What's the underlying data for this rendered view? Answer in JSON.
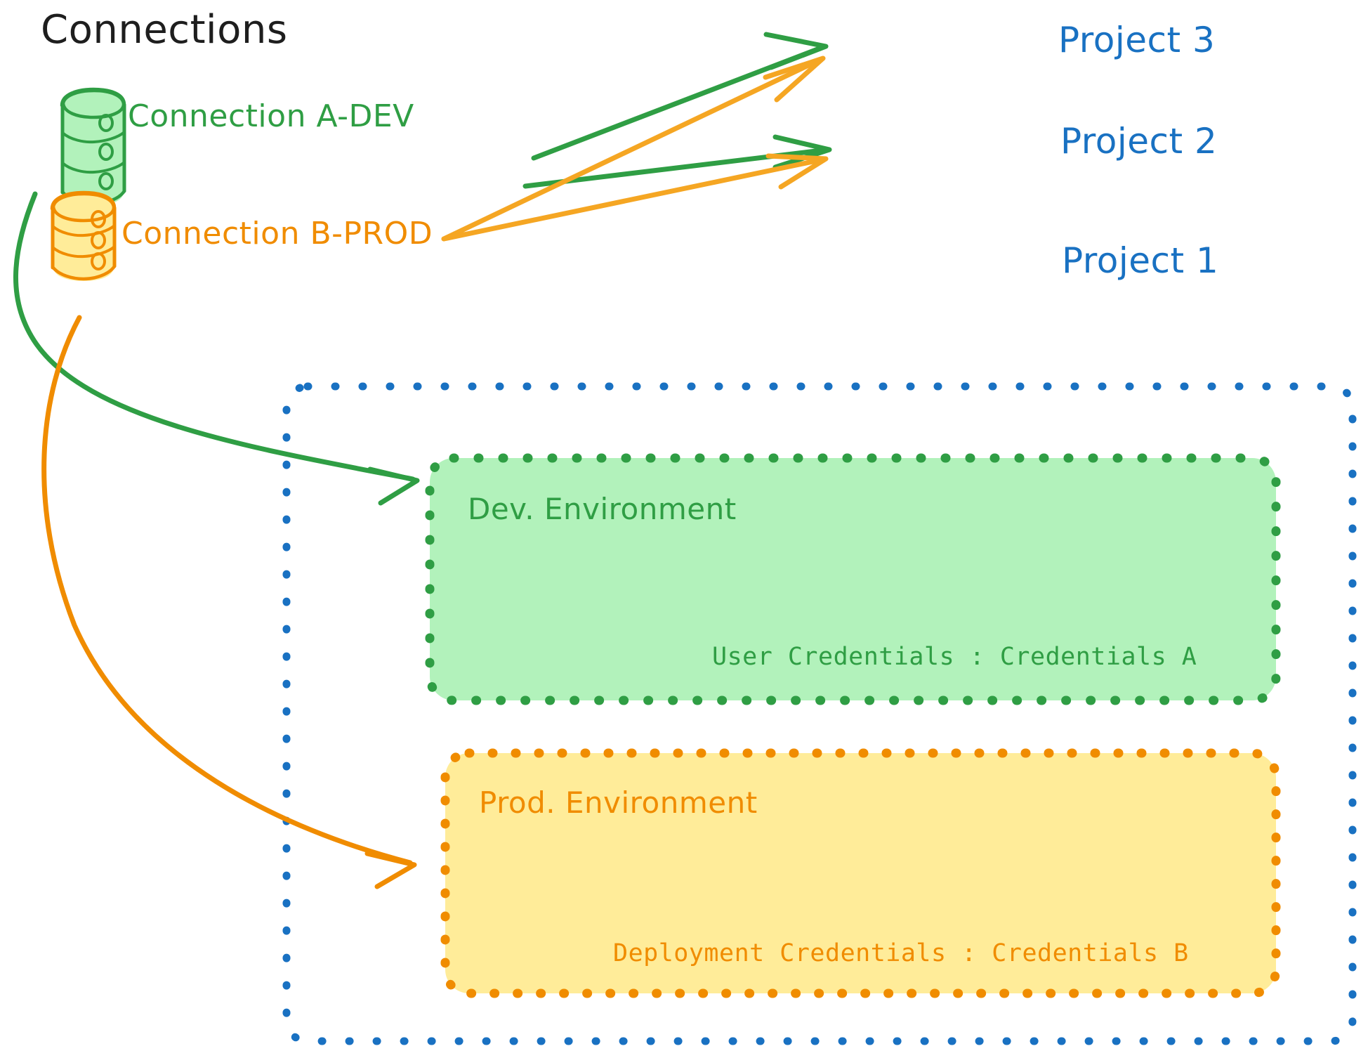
{
  "diagram": {
    "title": "Connections",
    "connections": [
      {
        "id": "a-dev",
        "label": "Connection A-DEV",
        "icon": "database-icon",
        "color": "#2f9e44",
        "fill": "#b2f2bb"
      },
      {
        "id": "b-prod",
        "label": "Connection B-PROD",
        "icon": "database-icon",
        "color": "#f08c00",
        "fill": "#ffec99"
      }
    ],
    "projects": [
      {
        "id": "project-3",
        "label": "Project 3",
        "color": "#1971c2"
      },
      {
        "id": "project-2",
        "label": "Project 2",
        "color": "#1971c2"
      },
      {
        "id": "project-1",
        "label": "Project 1",
        "color": "#1971c2"
      }
    ],
    "project1_container": {
      "border_color": "#1971c2",
      "border_style": "dotted",
      "environments": [
        {
          "id": "dev-environment",
          "title": "Dev. Environment",
          "credentials_label": "User Credentials : Credentials A",
          "stroke": "#2f9e44",
          "fill": "#b2f2bb"
        },
        {
          "id": "prod-environment",
          "title": "Prod. Environment",
          "credentials_label": "Deployment Credentials : Credentials B",
          "stroke": "#f08c00",
          "fill": "#ffec99"
        }
      ]
    },
    "arrows": [
      {
        "id": "a-dev-to-project-3",
        "color": "#2f9e44"
      },
      {
        "id": "a-dev-to-project-2",
        "color": "#2f9e44"
      },
      {
        "id": "b-prod-to-project-3",
        "color": "#f5a623"
      },
      {
        "id": "b-prod-to-project-2",
        "color": "#f5a623"
      },
      {
        "id": "a-dev-to-dev-environment",
        "color": "#2f9e44"
      },
      {
        "id": "b-prod-to-prod-environment",
        "color": "#f08c00"
      }
    ],
    "colors": {
      "green_stroke": "#2f9e44",
      "green_fill": "#b2f2bb",
      "orange_stroke": "#f08c00",
      "orange_arrow": "#f5a623",
      "blue": "#1971c2",
      "yellow_fill": "#ffec99",
      "black": "#1e1e1e",
      "background": "#ffffff"
    }
  }
}
